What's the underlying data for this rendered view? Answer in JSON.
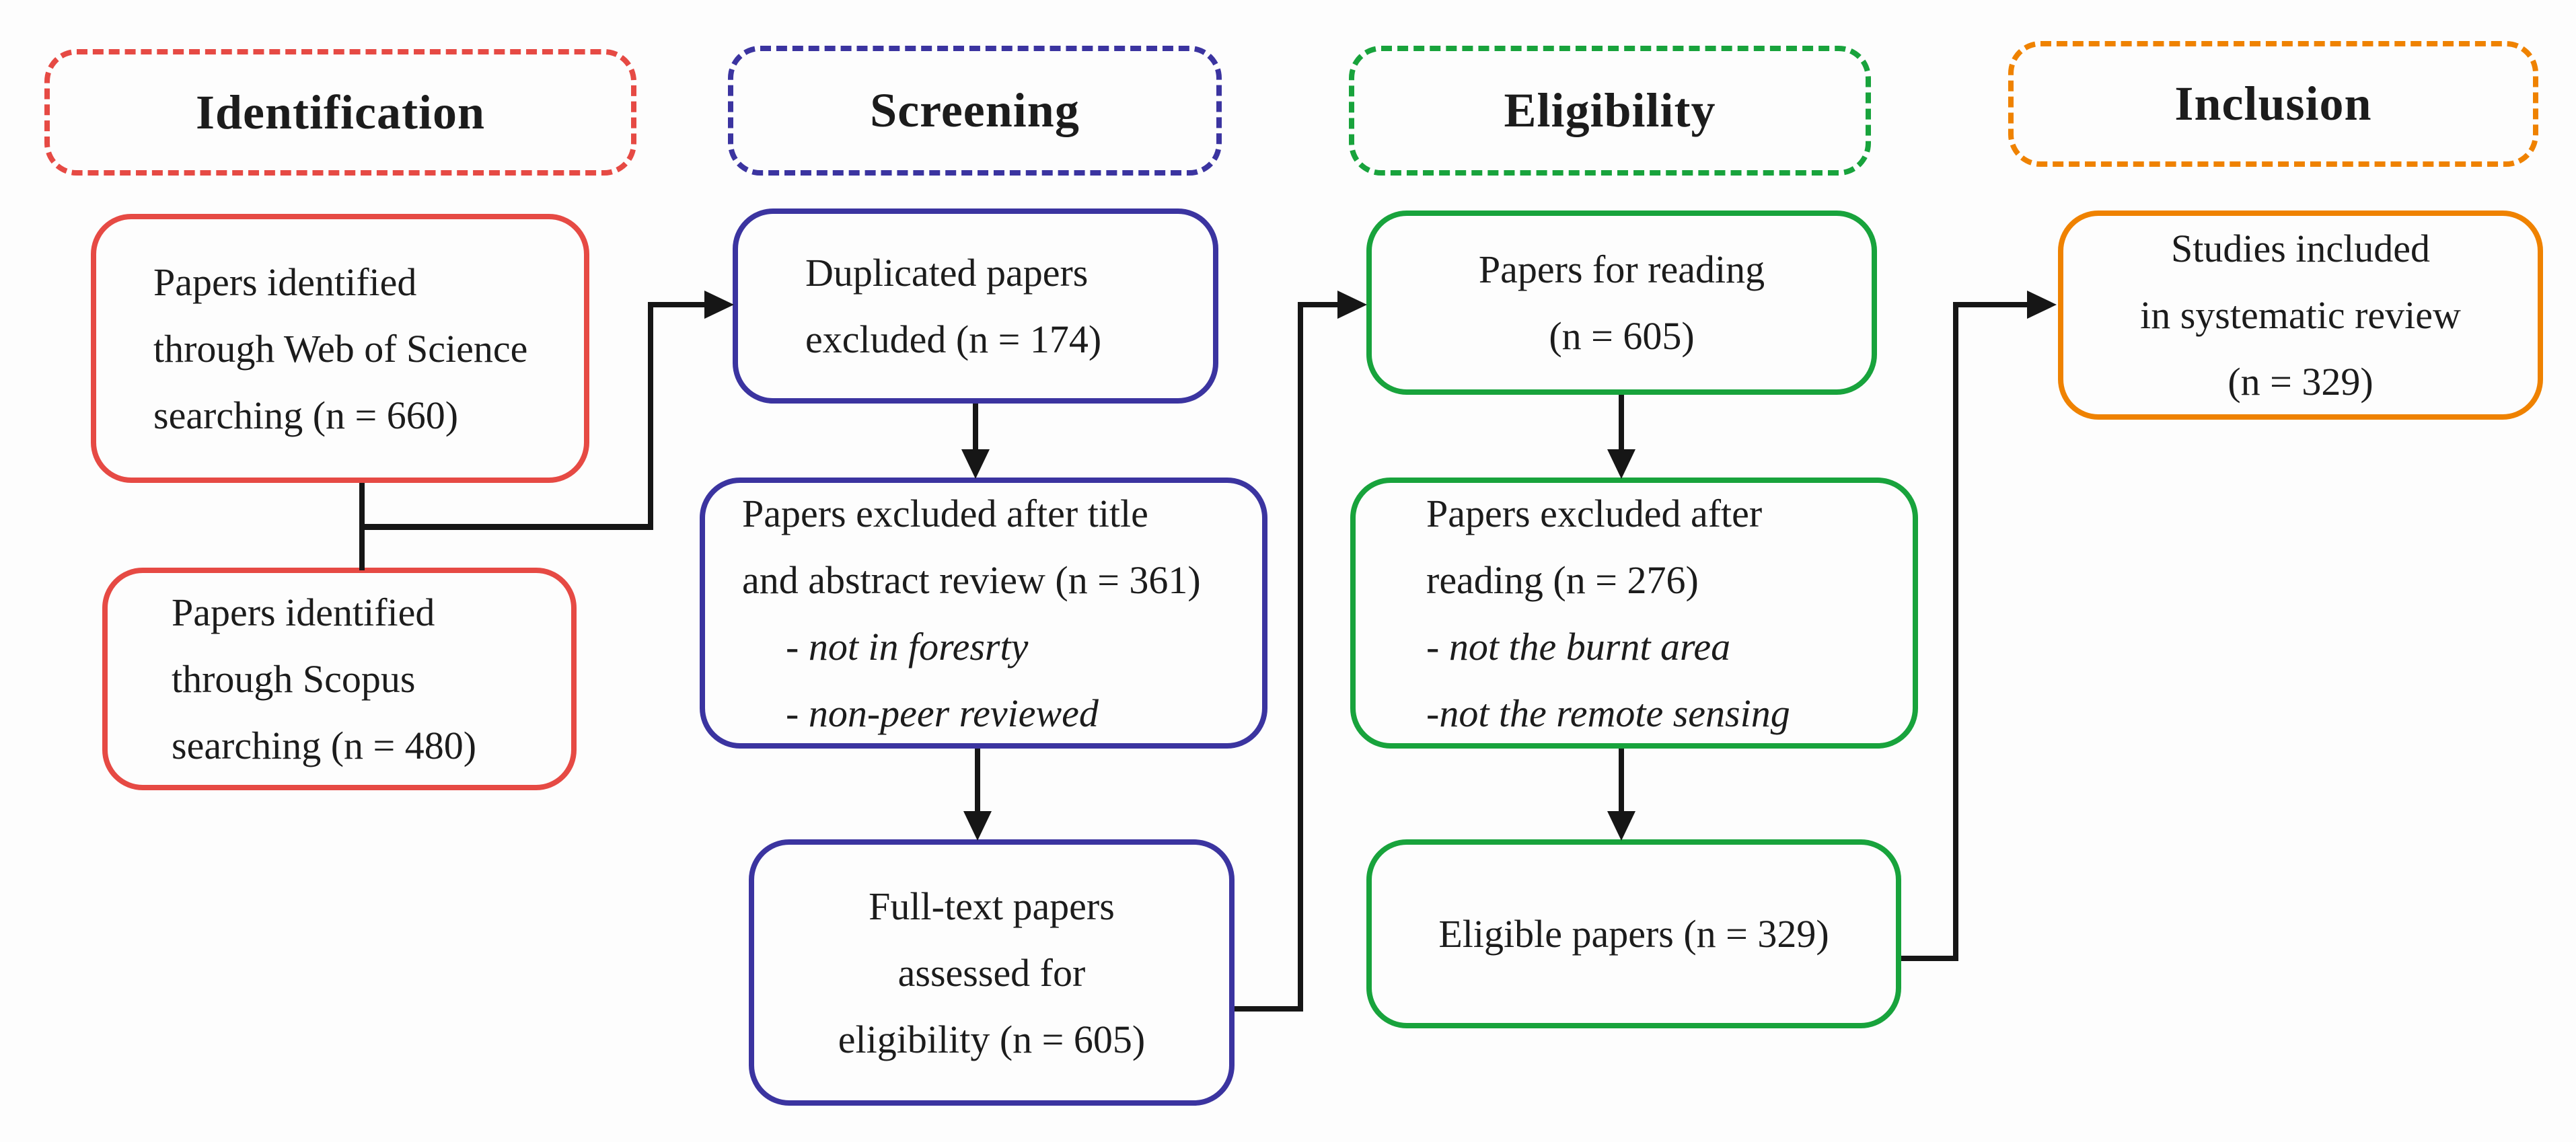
{
  "colors": {
    "identification": "#E64A44",
    "screening": "#3B34A0",
    "eligibility": "#18A33C",
    "inclusion": "#EF8200"
  },
  "columns": [
    {
      "header": "Identification",
      "boxes": [
        {
          "lines": [
            "Papers identified",
            "through Web of Science",
            "searching (n = 660)"
          ]
        },
        {
          "lines": [
            "Papers identified",
            "through Scopus",
            "searching (n = 480)"
          ]
        }
      ]
    },
    {
      "header": "Screening",
      "boxes": [
        {
          "lines": [
            "Duplicated papers",
            "excluded (n = 174)"
          ]
        },
        {
          "lines": [
            "Papers excluded after title",
            "and abstract review (n = 361)",
            "- not in foresrty",
            "- non-peer reviewed"
          ]
        },
        {
          "lines": [
            "Full-text papers",
            "assessed for",
            "eligibility (n = 605)"
          ]
        }
      ]
    },
    {
      "header": "Eligibility",
      "boxes": [
        {
          "lines": [
            "Papers for reading",
            "(n = 605)"
          ]
        },
        {
          "lines": [
            "Papers excluded after",
            "reading (n = 276)",
            "- not the burnt area",
            "-not the remote sensing"
          ]
        },
        {
          "lines": [
            "Eligible papers (n = 329)"
          ]
        }
      ]
    },
    {
      "header": "Inclusion",
      "boxes": [
        {
          "lines": [
            "Studies included",
            "in systematic review",
            "(n = 329)"
          ]
        }
      ]
    }
  ]
}
